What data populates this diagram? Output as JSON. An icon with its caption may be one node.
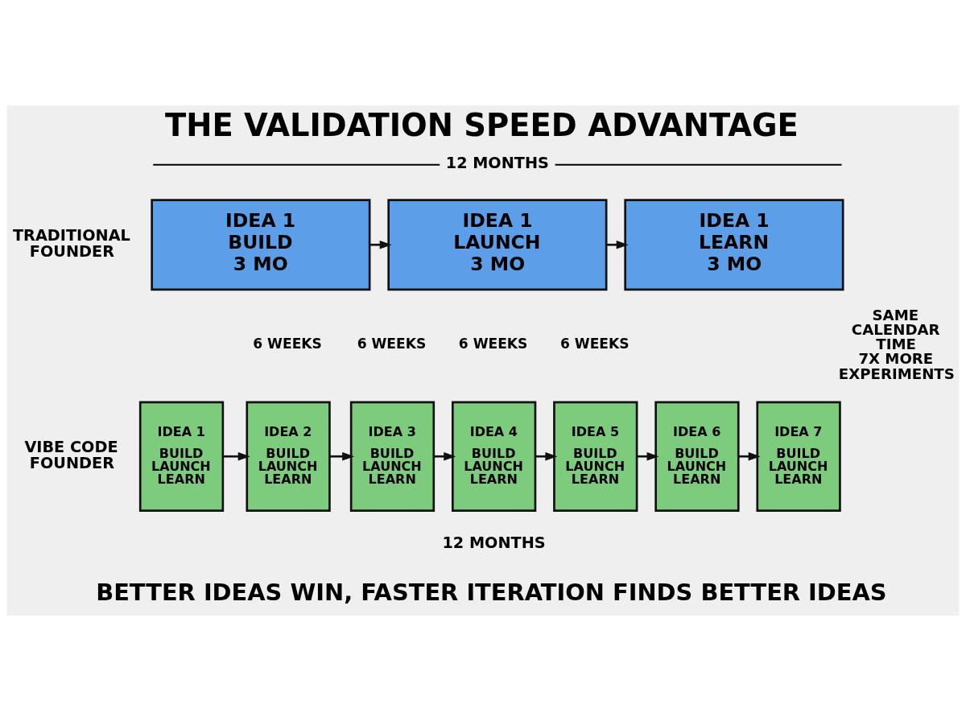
{
  "diagram": {
    "title": "THE VALIDATION SPEED ADVANTAGE",
    "caption": "BETTER IDEAS WIN, FASTER ITERATION FINDS BETTER IDEAS",
    "nodes": [
      {
        "text": [
          "IDEA 1",
          "BUILD",
          "3 MO"
        ]
      },
      {
        "text": [
          "IDEA 1",
          "LAUNCH",
          "3 MO"
        ]
      },
      {
        "text": [
          "IDEA 1",
          "LEARN",
          "3 MO"
        ]
      },
      {
        "text": [
          "IDEA 1",
          "BUILD LAUNCH LEARN"
        ]
      },
      {
        "text": [
          "IDEA 2",
          "BUILD LAUNCH LEARN"
        ]
      },
      {
        "text": [
          "IDEA 3",
          "BUILD LAUNCH LEARN"
        ]
      },
      {
        "text": [
          "IDEA 4",
          "BUILD LAUNCH LEARN"
        ]
      },
      {
        "text": [
          "IDEA 5",
          "BUILD LAUNCH LEARN"
        ]
      },
      {
        "text": [
          "IDEA 6",
          "BUILD LAUNCH LEARN"
        ]
      },
      {
        "text": [
          "IDEA 7",
          "BUILD LAUNCH LEARN"
        ]
      }
    ],
    "edges": [
      {
        "from": 0,
        "to": 1,
        "arrow": "to"
      },
      {
        "from": 1,
        "to": 2,
        "arrow": "to"
      },
      {
        "from": 3,
        "to": 4,
        "arrow": "to"
      },
      {
        "from": 4,
        "to": 5,
        "arrow": "to"
      },
      {
        "from": 5,
        "to": 6,
        "arrow": "to"
      },
      {
        "from": 6,
        "to": 7,
        "arrow": "to"
      },
      {
        "from": 7,
        "to": 8,
        "arrow": "to"
      },
      {
        "from": 8,
        "to": 9,
        "arrow": "to"
      }
    ],
    "labels": [
      "12 MONTHS",
      "TRADITIONAL FOUNDER",
      "SAME CALENDAR TIME 7X MORE EXPERIMENTS",
      "6 WEEKS",
      "6 WEEKS",
      "6 WEEKS",
      "6 WEEKS",
      "VIBE CODE FOUNDER",
      "12 MONTHS"
    ]
  }
}
